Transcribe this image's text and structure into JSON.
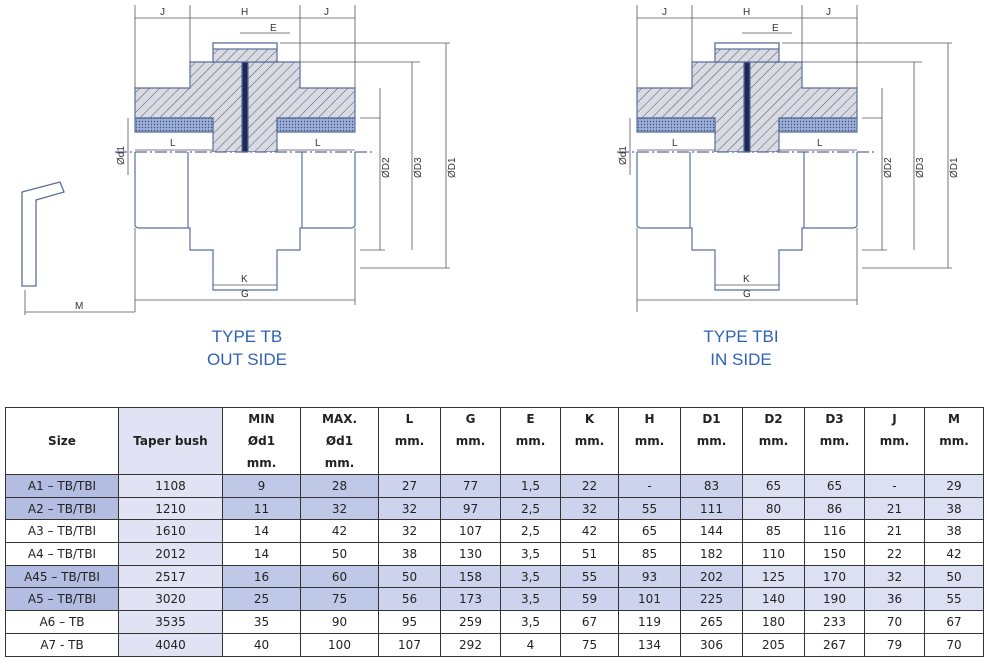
{
  "diagrams": [
    {
      "title": "TYPE TB",
      "subtitle": "OUT SIDE",
      "labels": {
        "J": "J",
        "H": "H",
        "E": "E",
        "L": "L",
        "K": "K",
        "G": "G",
        "M": "M",
        "d1": "Ød1",
        "D1": "ØD1",
        "D2": "ØD2",
        "D3": "ØD3"
      }
    },
    {
      "title": "TYPE TBI",
      "subtitle": "IN SIDE",
      "labels": {
        "J": "J",
        "H": "H",
        "E": "E",
        "L": "L",
        "K": "K",
        "G": "G",
        "d1": "Ød1",
        "D1": "ØD1",
        "D2": "ØD2",
        "D3": "ØD3"
      }
    }
  ],
  "table": {
    "headers": [
      [
        "Size"
      ],
      [
        "Taper bush"
      ],
      [
        "MIN",
        "Ød1",
        "mm."
      ],
      [
        "MAX.",
        "Ød1",
        "mm."
      ],
      [
        "L",
        "mm."
      ],
      [
        "G",
        "mm."
      ],
      [
        "E",
        "mm."
      ],
      [
        "K",
        "mm."
      ],
      [
        "H",
        "mm."
      ],
      [
        "D1",
        "mm."
      ],
      [
        "D2",
        "mm."
      ],
      [
        "D3",
        "mm."
      ],
      [
        "J",
        "mm."
      ],
      [
        "M",
        "mm."
      ]
    ],
    "rows": [
      {
        "highlight": true,
        "cells": [
          "A1 – TB/TBI",
          "1108",
          "9",
          "28",
          "27",
          "77",
          "1,5",
          "22",
          "-",
          "83",
          "65",
          "65",
          "-",
          "29"
        ]
      },
      {
        "highlight": true,
        "cells": [
          "A2 – TB/TBI",
          "1210",
          "11",
          "32",
          "32",
          "97",
          "2,5",
          "32",
          "55",
          "111",
          "80",
          "86",
          "21",
          "38"
        ]
      },
      {
        "highlight": false,
        "cells": [
          "A3 – TB/TBI",
          "1610",
          "14",
          "42",
          "32",
          "107",
          "2,5",
          "42",
          "65",
          "144",
          "85",
          "116",
          "21",
          "38"
        ]
      },
      {
        "highlight": false,
        "cells": [
          "A4 – TB/TBI",
          "2012",
          "14",
          "50",
          "38",
          "130",
          "3,5",
          "51",
          "85",
          "182",
          "110",
          "150",
          "22",
          "42"
        ]
      },
      {
        "highlight": true,
        "cells": [
          "A45 – TB/TBI",
          "2517",
          "16",
          "60",
          "50",
          "158",
          "3,5",
          "55",
          "93",
          "202",
          "125",
          "170",
          "32",
          "50"
        ]
      },
      {
        "highlight": true,
        "cells": [
          "A5 – TB/TBI",
          "3020",
          "25",
          "75",
          "56",
          "173",
          "3,5",
          "59",
          "101",
          "225",
          "140",
          "190",
          "36",
          "55"
        ]
      },
      {
        "highlight": false,
        "cells": [
          "A6 – TB",
          "3535",
          "35",
          "90",
          "95",
          "259",
          "3,5",
          "67",
          "119",
          "265",
          "180",
          "233",
          "70",
          "67"
        ]
      },
      {
        "highlight": false,
        "cells": [
          "A7 - TB",
          "4040",
          "40",
          "100",
          "107",
          "292",
          "4",
          "75",
          "134",
          "306",
          "205",
          "267",
          "79",
          "70"
        ]
      }
    ]
  }
}
